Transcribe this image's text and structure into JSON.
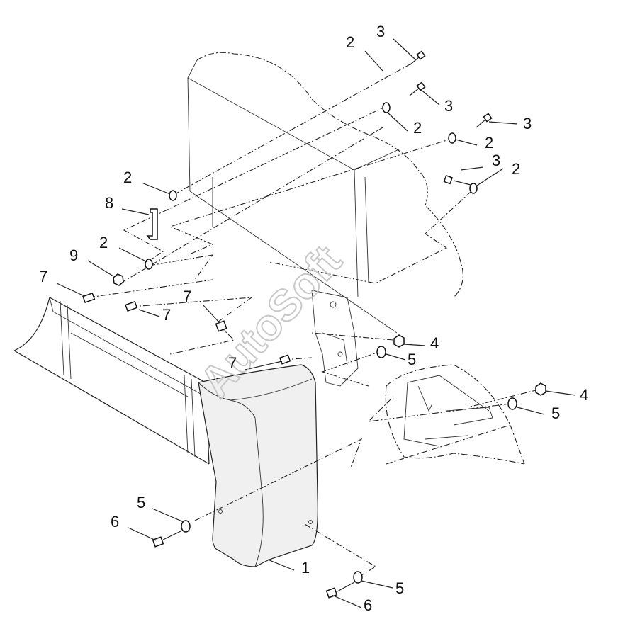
{
  "watermark": "AutoSoft",
  "callouts": [
    "1",
    "2",
    "2",
    "2",
    "2",
    "2",
    "2",
    "3",
    "3",
    "3",
    "3",
    "4",
    "4",
    "5",
    "5",
    "5",
    "5",
    "6",
    "6",
    "7",
    "7",
    "7",
    "7",
    "8",
    "9"
  ]
}
